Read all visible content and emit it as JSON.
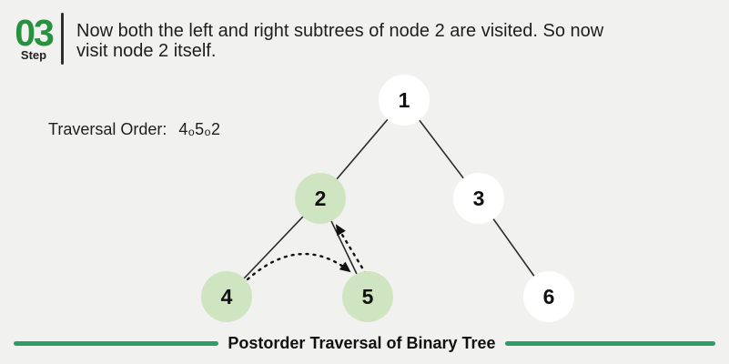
{
  "step": {
    "number": "03",
    "label": "Step"
  },
  "header": {
    "line1": "Now both the left and right subtrees of node 2 are visited. So now",
    "line2": "visit node 2 itself."
  },
  "traversal": {
    "label": "Traversal Order:",
    "order": "4ₒ5ₒ2"
  },
  "tree": {
    "nodes": [
      {
        "label": "1",
        "highlighted": false
      },
      {
        "label": "2",
        "highlighted": true
      },
      {
        "label": "3",
        "highlighted": false
      },
      {
        "label": "4",
        "highlighted": true
      },
      {
        "label": "5",
        "highlighted": true
      },
      {
        "label": "6",
        "highlighted": false
      }
    ],
    "edges": [
      {
        "from": "1",
        "to": "2"
      },
      {
        "from": "1",
        "to": "3"
      },
      {
        "from": "2",
        "to": "4"
      },
      {
        "from": "2",
        "to": "5"
      },
      {
        "from": "3",
        "to": "6"
      }
    ],
    "visit_arrows": [
      {
        "from": "4",
        "to": "5",
        "style": "curved-dashed"
      },
      {
        "from": "5",
        "to": "2",
        "style": "straight-dashed"
      }
    ]
  },
  "footer": {
    "title": "Postorder Traversal of Binary Tree"
  },
  "colors": {
    "background": "#f1f2f0",
    "step_green": "#27913f",
    "node_highlight_green": "#cfe5c1",
    "node_white": "#ffffff",
    "footer_line_green": "#2a9d68",
    "text_dark": "#1d1d1d"
  }
}
